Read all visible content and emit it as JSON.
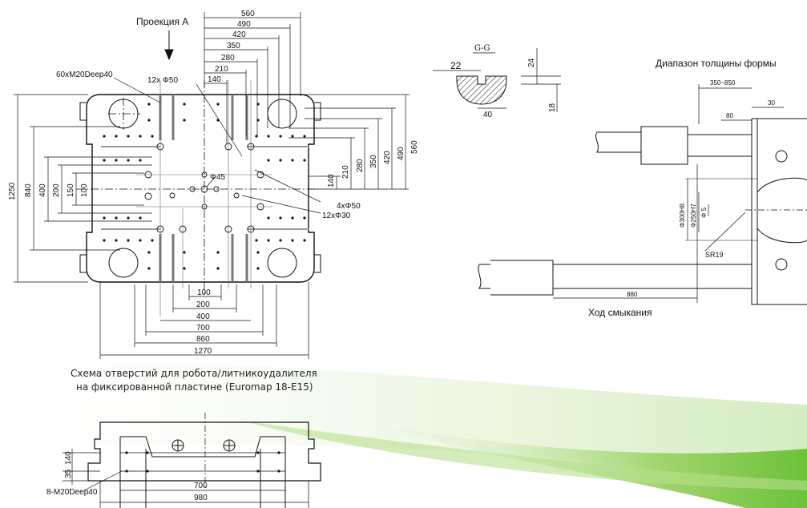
{
  "view_a": {
    "title": "Проекция А",
    "top_dims": [
      "560",
      "490",
      "420",
      "350",
      "280",
      "210",
      "140"
    ],
    "right_dims": [
      "140",
      "210",
      "280",
      "350",
      "420",
      "490",
      "560"
    ],
    "left_dims": [
      "1250",
      "840",
      "400",
      "200",
      "150",
      "100"
    ],
    "bottom_dims": [
      "100",
      "200",
      "400",
      "700",
      "860",
      "1270"
    ],
    "callouts": {
      "tapped_holes": "60xM20Deep40",
      "holes_top": "12x Φ50",
      "center_bore": "Φ45",
      "holes_4": "4xΦ50",
      "holes_12": "12xΦ30"
    }
  },
  "section_gg": {
    "title": "G-G",
    "dims": [
      "22",
      "24",
      "18",
      "40"
    ]
  },
  "side_view": {
    "title": "Диапазон толщины формы",
    "dims": [
      "350~850",
      "30",
      "80",
      "880"
    ],
    "vertical_dims": [
      "Φ300H8",
      "Φ250H7",
      "Φ 5"
    ],
    "radius_label": "SR19",
    "stroke_label": "Ход смыкания"
  },
  "robot_plate": {
    "caption_line1": "Схема отверстий для робота/литникоудалителя",
    "caption_line2": "на фиксированной пластине (Euromap 18-E15)",
    "left_dims": [
      "35",
      "140"
    ],
    "holes_label": "8-M20Deep40",
    "bottom_dims": [
      "700",
      "980"
    ]
  }
}
